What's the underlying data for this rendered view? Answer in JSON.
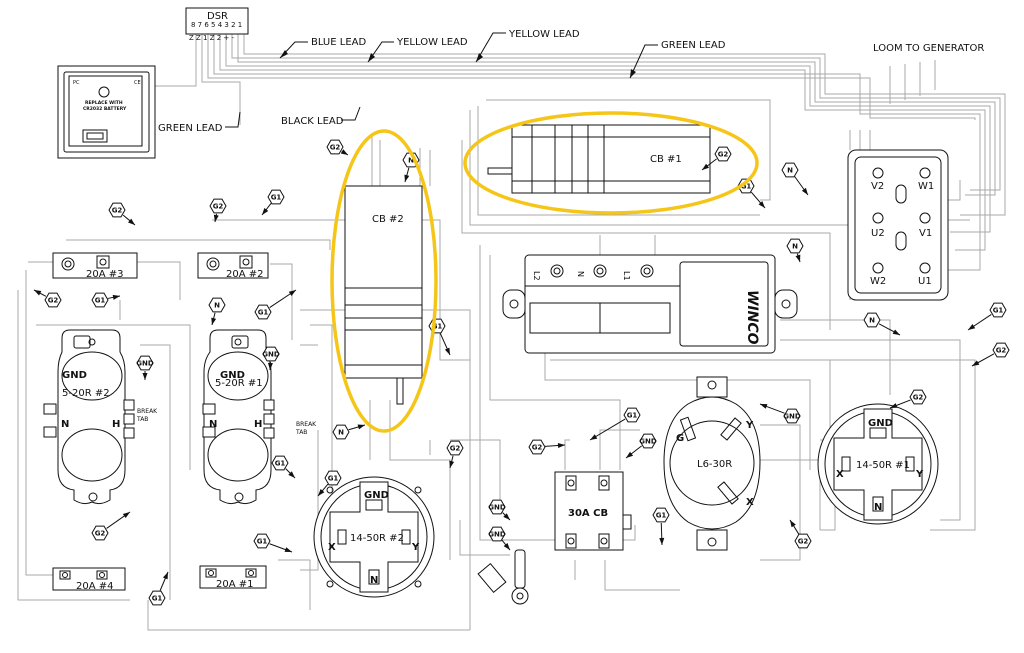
{
  "labels": {
    "dsr": "DSR",
    "dsr_pins_top": "8 7 6 5 4 3 2 1",
    "dsr_pins_bottom": "Z Z  1    Z 2 + -",
    "blue_lead": "BLUE LEAD",
    "yellow_lead_1": "YELLOW LEAD",
    "yellow_lead_2": "YELLOW LEAD",
    "green_lead_top": "GREEN LEAD",
    "loom": "LOOM TO GENERATOR",
    "green_lead_left": "GREEN LEAD",
    "black_lead": "BLACK LEAD",
    "cb1": "CB #1",
    "cb2": "CB #2",
    "winco": "WINCO",
    "b20a3": "20A #3",
    "b20a2": "20A #2",
    "b20a4": "20A #4",
    "b20a1": "20A #1",
    "r520_2": "5-20R #2",
    "r520_1": "5-20R #1",
    "gnd": "GND",
    "n": "N",
    "h": "H",
    "break_tab": "BREAK",
    "tab": "TAB",
    "l630": "L6-30R",
    "l630_g": "G",
    "l630_y": "Y",
    "l630_x": "X",
    "r1450_1": "14-50R #1",
    "r1450_2": "14-50R #2",
    "x": "X",
    "y": "Y",
    "cb30a": "30A CB",
    "v2": "V2",
    "w1": "W1",
    "u2": "U2",
    "v1": "V1",
    "w2": "W2",
    "u1": "U1",
    "l2": "L2",
    "l1": "L1",
    "battery_line1": "REPLACE WITH",
    "battery_line2": "CR2032 BATTERY"
  },
  "tags": [
    {
      "t": "G2"
    },
    {
      "t": "G1"
    },
    {
      "t": "G2"
    },
    {
      "t": "G1"
    },
    {
      "t": "G2"
    },
    {
      "t": "G2"
    },
    {
      "t": "N"
    },
    {
      "t": "G1"
    },
    {
      "t": "GND"
    },
    {
      "t": "GND"
    },
    {
      "t": "G2"
    },
    {
      "t": "G1"
    },
    {
      "t": "G1"
    },
    {
      "t": "G1"
    },
    {
      "t": "N"
    },
    {
      "t": "N"
    },
    {
      "t": "G1"
    },
    {
      "t": "G2"
    },
    {
      "t": "G1"
    },
    {
      "t": "N"
    },
    {
      "t": "G2"
    },
    {
      "t": "G1"
    },
    {
      "t": "N"
    },
    {
      "t": "N"
    },
    {
      "t": "G1"
    },
    {
      "t": "G2"
    },
    {
      "t": "G2"
    },
    {
      "t": "G1"
    },
    {
      "t": "GND"
    },
    {
      "t": "G2"
    },
    {
      "t": "GND"
    },
    {
      "t": "GND"
    },
    {
      "t": "G1"
    },
    {
      "t": "G2"
    },
    {
      "t": "GND"
    }
  ],
  "colors": {
    "highlight": "#f5c518",
    "wire": "#a9a9a9",
    "line": "#111111"
  }
}
